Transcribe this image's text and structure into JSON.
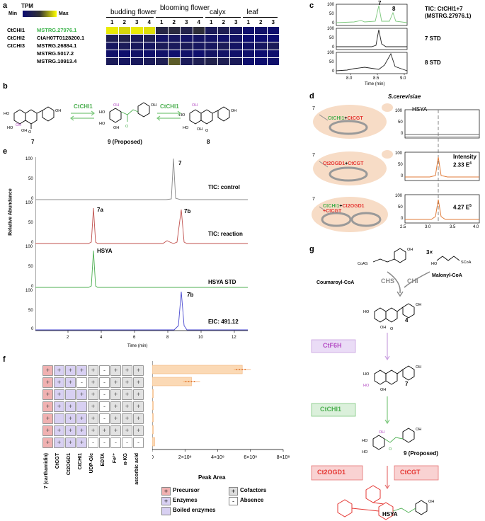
{
  "panels": {
    "a": "a",
    "b": "b",
    "c": "c",
    "d": "d",
    "e": "e",
    "f": "f",
    "g": "g"
  },
  "heatmap": {
    "legend_title": "TPM",
    "legend_min": "Min",
    "legend_max": "Max",
    "groups": [
      "budding flower",
      "blooming flower",
      "calyx",
      "leaf"
    ],
    "columns": [
      [
        "1",
        "2",
        "3",
        "4"
      ],
      [
        "1",
        "2",
        "3",
        "4"
      ],
      [
        "1",
        "2",
        "3"
      ],
      [
        "1",
        "2",
        "3"
      ]
    ],
    "rows": [
      {
        "gene": "CtCHI1",
        "id": "MSTRG.27976.1",
        "values": [
          0.95,
          0.9,
          0.95,
          0.92,
          0.35,
          0.4,
          0.3,
          0.45,
          0.2,
          0.25,
          0.15,
          0.05,
          0.08,
          0.05
        ]
      },
      {
        "gene": "CtCHI2",
        "id": "CtAH07T0128200.1",
        "values": [
          0.25,
          0.3,
          0.2,
          0.25,
          0.1,
          0.15,
          0.1,
          0.12,
          0.1,
          0.08,
          0.1,
          0.02,
          0.03,
          0.02
        ]
      },
      {
        "gene": "CtCHI3",
        "id": "MSTRG.26884.1",
        "values": [
          0.15,
          0.2,
          0.18,
          0.15,
          0.2,
          0.18,
          0.2,
          0.15,
          0.15,
          0.2,
          0.12,
          0.1,
          0.15,
          0.2
        ]
      },
      {
        "gene": "",
        "id": "MSTRG.5017.2",
        "values": [
          0.08,
          0.05,
          0.1,
          0.06,
          0.08,
          0.05,
          0.08,
          0.05,
          0.12,
          0.1,
          0.08,
          0.06,
          0.02,
          0.05
        ]
      },
      {
        "gene": "",
        "id": "MSTRG.10913.4",
        "values": [
          0.2,
          0.15,
          0.18,
          0.2,
          0.25,
          0.6,
          0.2,
          0.25,
          0.3,
          0.25,
          0.2,
          0.05,
          0.04,
          0.06
        ]
      }
    ]
  },
  "panel_b": {
    "enzyme1": "CtCHI1",
    "enzyme2": "CtCHI1",
    "labels": [
      "7",
      "9 (Proposed)",
      "8"
    ]
  },
  "panel_c": {
    "traces": [
      {
        "name": "TIC: CtCHI1+7",
        "sub": "(MSTRG.27976.1)",
        "color": "#7dc87d"
      },
      {
        "name": "7 STD",
        "sub": "",
        "color": "#222"
      },
      {
        "name": "8 STD",
        "sub": "",
        "color": "#222"
      }
    ],
    "peak7": "7",
    "peak8": "8",
    "ticks": [
      "8.0",
      "8.5",
      "9.0"
    ],
    "xlabel": "Time (min)",
    "y1": [
      "100",
      "50",
      "0"
    ],
    "y2": [
      "100",
      "50",
      "0"
    ],
    "y3": [
      "100",
      "50",
      "0"
    ]
  },
  "panel_d": {
    "organism": "S.cerevisiae",
    "marker": "HSYA",
    "cells": [
      {
        "sub": "7",
        "p1": "CtCHI1",
        "plus": "+",
        "p2": "CtCGT",
        "p3": ""
      },
      {
        "sub": "7",
        "p1": "Ct2OGD1",
        "plus": "+",
        "p2": "CtCGT",
        "p3": ""
      },
      {
        "sub": "7",
        "p1": "CtCHI1",
        "plus": "+",
        "p2": "Ct2OGD1",
        "p3": "+CtCGT"
      }
    ],
    "intensity_label": "Intensity",
    "intensity2": "2.33 E",
    "exp2": "4",
    "intensity3": "4.27 E",
    "exp3": "5",
    "ticks": [
      "2.5",
      "3.0",
      "3.5",
      "4.0"
    ],
    "yt": [
      "100",
      "50",
      "0"
    ]
  },
  "panel_e": {
    "traces": [
      {
        "name": "TIC: control",
        "peak": "7",
        "peak2": "",
        "color": "#888"
      },
      {
        "name": "TIC: reaction",
        "peak": "7a",
        "peak2": "7b",
        "color": "#c0504d"
      },
      {
        "name": "HSYA STD",
        "peak": "HSYA",
        "peak2": "",
        "color": "#4caf50"
      },
      {
        "name": "EIC: 491.12",
        "peak": "",
        "peak2": "7b",
        "color": "#4a4ad0"
      }
    ],
    "ylabel": "Relative Abundance",
    "xlabel": "Time (min)",
    "ticks": [
      "2",
      "4",
      "6",
      "8",
      "10",
      "12"
    ],
    "yt": [
      "100",
      "50",
      "0"
    ]
  },
  "panel_f": {
    "row_labels": [
      "7 (carthamidin)",
      "CtCGT",
      "Ct2OGD1",
      "CtCHI1",
      "UDP-Glc",
      "EDTA",
      "Fe²⁺",
      "α-KG",
      "ascorbic acid"
    ],
    "grid": [
      [
        "P",
        "E",
        "E",
        "E",
        "C",
        "-",
        "C",
        "C",
        "C"
      ],
      [
        "P",
        "E",
        "E",
        "-",
        "C",
        "-",
        "C",
        "C",
        "C"
      ],
      [
        "P",
        "E",
        "B",
        "E",
        "C",
        "-",
        "C",
        "C",
        "C"
      ],
      [
        "P",
        "E",
        "E",
        "B",
        "C",
        "-",
        "C",
        "C",
        "C"
      ],
      [
        "P",
        "B",
        "E",
        "E",
        "C",
        "-",
        "C",
        "C",
        "C"
      ],
      [
        "P",
        "E",
        "E",
        "E",
        "C",
        "C",
        "C",
        "C",
        "C"
      ],
      [
        "P",
        "E",
        "E",
        "E",
        "-",
        "-",
        "-",
        "-",
        "-"
      ]
    ],
    "chart_data": {
      "type": "bar",
      "orientation": "horizontal",
      "values": [
        550000000.0,
        240000000.0,
        1000000.0,
        1000000.0,
        1000000.0,
        1000000.0,
        15000000.0
      ],
      "xlabel": "Peak Area",
      "xlim": [
        0,
        800000000.0
      ],
      "ticks": [
        "0",
        "2×10⁸",
        "4×10⁸",
        "6×10⁸",
        "8×10⁸"
      ]
    },
    "legend": {
      "precursor": "Precursor",
      "enzymes": "Enzymes",
      "boiled": "Boiled enzymes",
      "cofactors": "Cofactors",
      "absence": "Absence"
    }
  },
  "panel_g": {
    "coumaroyl": "Coumaroyl-CoA",
    "malonyl": "Malonyl-CoA",
    "times": "3×",
    "chs": "CHS",
    "chi": "CHI",
    "c4": "4",
    "ctf6h": "CtF6H",
    "c7": "7",
    "ctchi1": "CtCHI1",
    "c9": "9 (Proposed)",
    "ct2ogd1": "Ct2OGD1",
    "ctcgt": "CtCGT",
    "hsya": "HSYA"
  }
}
